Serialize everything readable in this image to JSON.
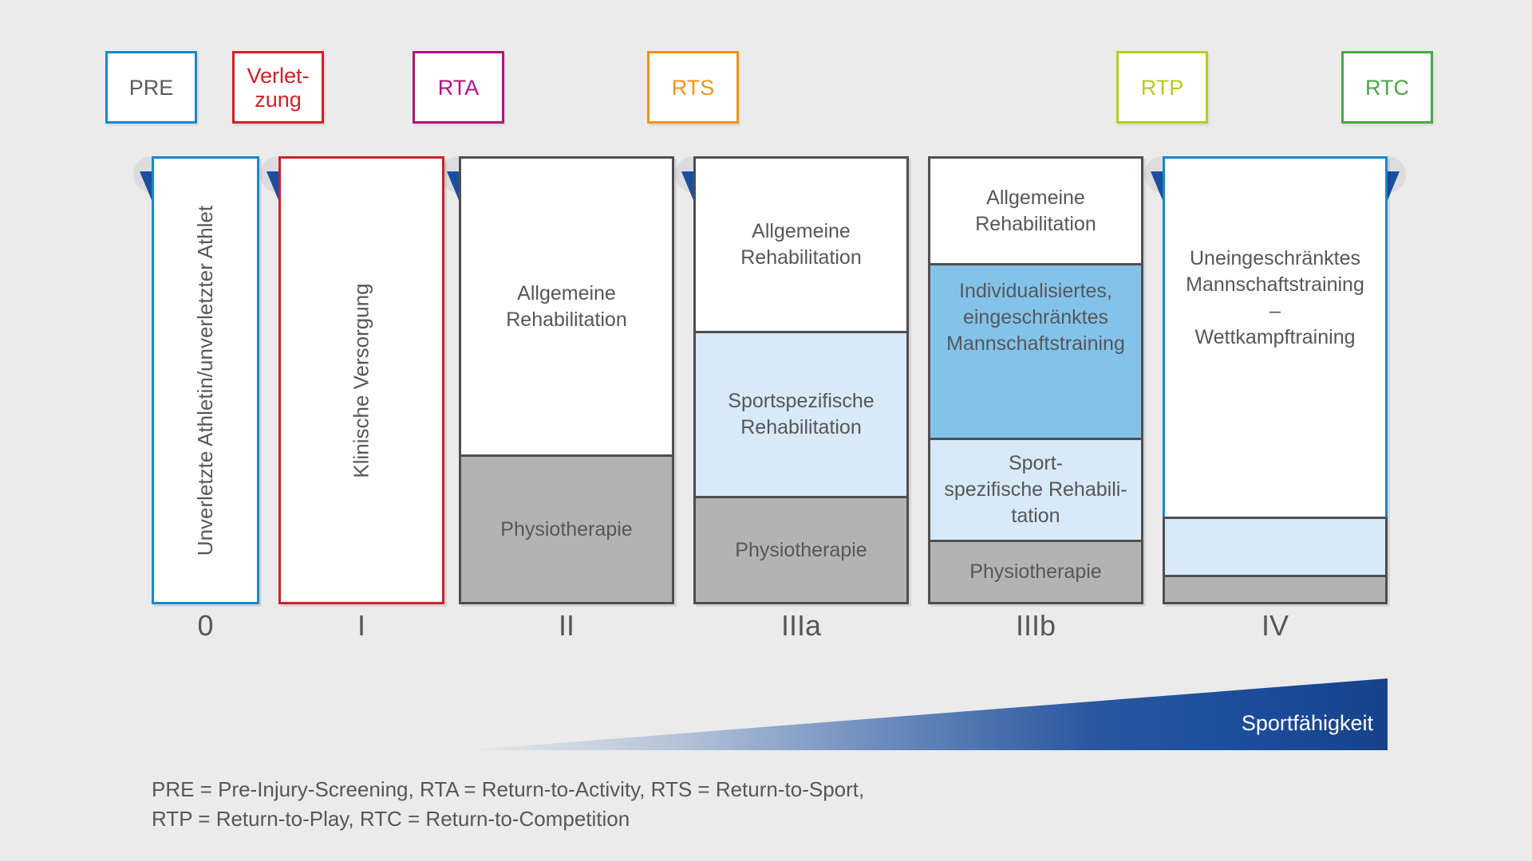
{
  "background_color": "#ebebeb",
  "arrow_color": "#1c4e9e",
  "text_color": "#55575a",
  "markers": [
    {
      "label": "PRE",
      "border_color": "#1b87c8",
      "text_color": "#58595b"
    },
    {
      "label": "Verlet-\nzung",
      "border_color": "#ce2128",
      "text_color": "#ce2128"
    },
    {
      "label": "RTA",
      "border_color": "#b1137c",
      "text_color": "#b1137c"
    },
    {
      "label": "RTS",
      "border_color": "#f0941a",
      "text_color": "#f0941a"
    },
    {
      "label": "RTP",
      "border_color": "#b7cb17",
      "text_color": "#b7cb17"
    },
    {
      "label": "RTC",
      "border_color": "#4aa646",
      "text_color": "#4aa646"
    }
  ],
  "phases": [
    {
      "label": "0",
      "border_color": "#1b87c8",
      "sections": [
        {
          "text": "Unverletzte Athletin/unverletzter Athlet",
          "bg_color": "#ffffff"
        }
      ]
    },
    {
      "label": "I",
      "border_color": "#ce2128",
      "sections": [
        {
          "text": "Klinische Versorgung",
          "bg_color": "#ffffff"
        }
      ]
    },
    {
      "label": "II",
      "border_color": "#4d4f52",
      "sections": [
        {
          "text": "Allgemeine\nRehabilitation",
          "bg_color": "#ffffff"
        },
        {
          "text": "Physiotherapie",
          "bg_color": "#b3b3b3"
        }
      ]
    },
    {
      "label": "IIIa",
      "border_color": "#4d4f52",
      "sections": [
        {
          "text": "Allgemeine\nRehabilitation",
          "bg_color": "#ffffff"
        },
        {
          "text": "Sportspezifische\nRehabilitation",
          "bg_color": "#d8e9f7"
        },
        {
          "text": "Physiotherapie",
          "bg_color": "#b3b3b3"
        }
      ]
    },
    {
      "label": "IIIb",
      "border_color": "#4d4f52",
      "sections": [
        {
          "text": "Allgemeine\nRehabilitation",
          "bg_color": "#ffffff"
        },
        {
          "text": "Individualisiertes,\neingeschränktes\nMannschaftstraining",
          "bg_color": "#83c3ea"
        },
        {
          "text": "Sport-\nspezifische Rehabili-\ntation",
          "bg_color": "#d8e9f7"
        },
        {
          "text": "Physiotherapie",
          "bg_color": "#b3b3b3"
        }
      ]
    },
    {
      "label": "IV",
      "border_color": "#1b87c8",
      "sections": [
        {
          "text": "Uneingeschränktes\nMannschaftstraining\n–\nWettkampftraining",
          "bg_color": "#ffffff"
        },
        {
          "text": "",
          "bg_color": "#d8e9f7"
        },
        {
          "text": "",
          "bg_color": "#b3b3b3"
        }
      ]
    }
  ],
  "wedge": {
    "label": "Sportfähigkeit",
    "gradient_from": "#e7e9eb",
    "gradient_to": "#16428a",
    "text_color": "#ffffff"
  },
  "legend": {
    "line1": "PRE = Pre-Injury-Screening, RTA = Return-to-Activity, RTS = Return-to-Sport,",
    "line2": "RTP = Return-to-Play, RTC = Return-to-Competition"
  }
}
